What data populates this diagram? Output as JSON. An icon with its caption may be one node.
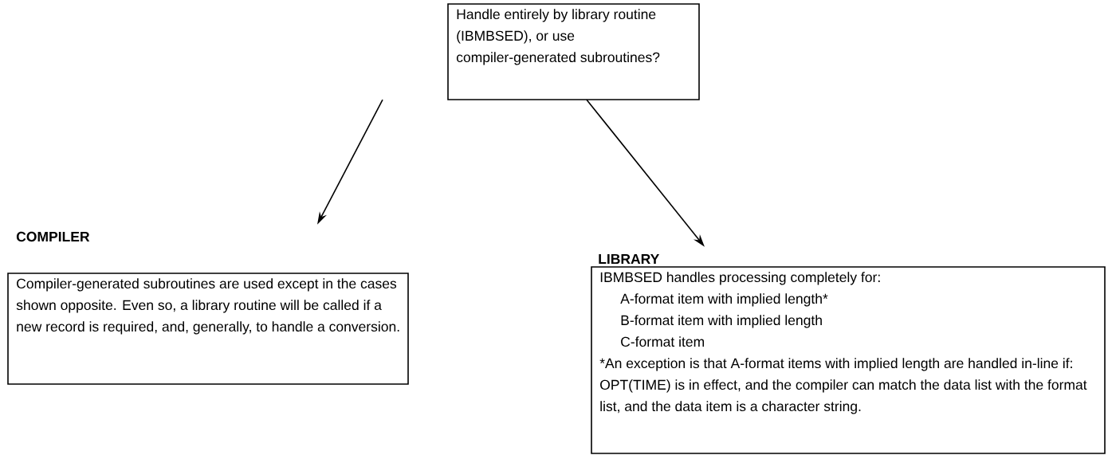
{
  "diagram": {
    "nodes": [
      {
        "text": [
          "Handle entirely by library routine (IBMBSED), or use compiler-generated subroutines?"
        ]
      },
      {
        "text": [
          "COMPILER",
          "Compiler-generated subroutines are used except in the cases shown opposite.  Even so, a library routine will be called if a new record is required, and, generally, to handle a conversion."
        ]
      },
      {
        "text": [
          "LIBRARY",
          "IBMBSED handles processing completely for:",
          "A-format item with implied length*",
          "B-format item with implied length",
          "C-format item",
          "*An exception is that A-format items with implied length are handled in-line if: OPT(TIME) is in effect, and the compiler can match the data list with the format list, and the data item is a character string."
        ]
      }
    ],
    "edges": [
      {
        "from": 0,
        "to": 1,
        "arrow": "to"
      },
      {
        "from": 0,
        "to": 2,
        "arrow": "to"
      }
    ]
  }
}
